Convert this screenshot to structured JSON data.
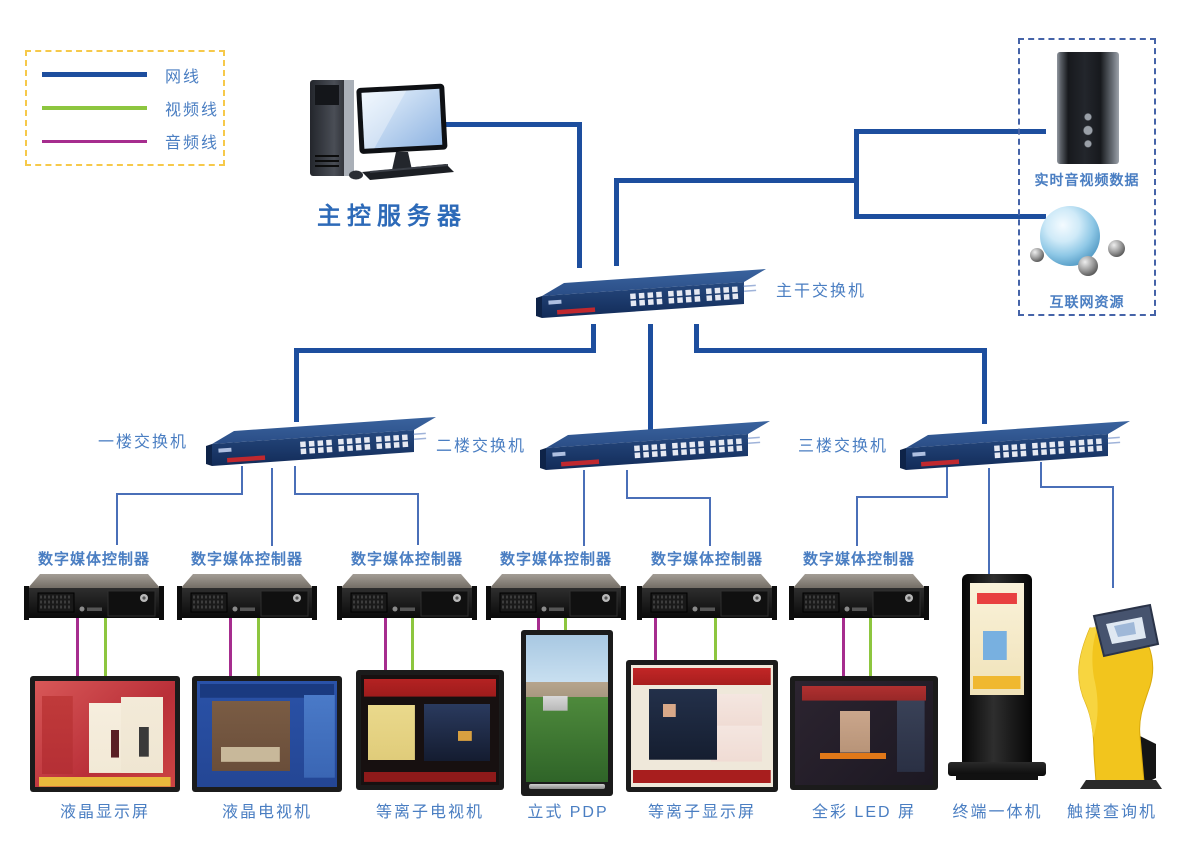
{
  "legend": {
    "items": [
      {
        "type": "network",
        "label": "网线",
        "color": "#1d4e9e"
      },
      {
        "type": "video",
        "label": "视频线",
        "color": "#8dc63f"
      },
      {
        "type": "audio",
        "label": "音频线",
        "color": "#a62d8e"
      }
    ]
  },
  "devices": {
    "main_server": {
      "label": "主控服务器"
    },
    "backbone_switch": {
      "label": "主干交换机"
    },
    "internet_box": {
      "realtime_av_label": "实时音视频数据",
      "internet_label": "互联网资源"
    },
    "floor_switches": [
      {
        "label": "一楼交换机"
      },
      {
        "label": "二楼交换机"
      },
      {
        "label": "三楼交换机"
      }
    ],
    "controllers": [
      {
        "label": "数字媒体控制器"
      },
      {
        "label": "数字媒体控制器"
      },
      {
        "label": "数字媒体控制器"
      },
      {
        "label": "数字媒体控制器"
      },
      {
        "label": "数字媒体控制器"
      },
      {
        "label": "数字媒体控制器"
      }
    ],
    "displays": [
      {
        "label": "液晶显示屏"
      },
      {
        "label": "液晶电视机"
      },
      {
        "label": "等离子电视机"
      },
      {
        "label": "立式 PDP"
      },
      {
        "label": "等离子显示屏"
      },
      {
        "label": "全彩 LED 屏"
      },
      {
        "label": "终端一体机"
      },
      {
        "label": "触摸查询机"
      }
    ]
  },
  "colors": {
    "network_cable": "#1d4e9e",
    "video_cable": "#8dc63f",
    "audio_cable": "#a62d8e",
    "link_thin": "#4a6fb8",
    "label_blue": "#4a7ec2",
    "legend_border": "#f6c94a",
    "internet_box_border": "#4563a8"
  }
}
